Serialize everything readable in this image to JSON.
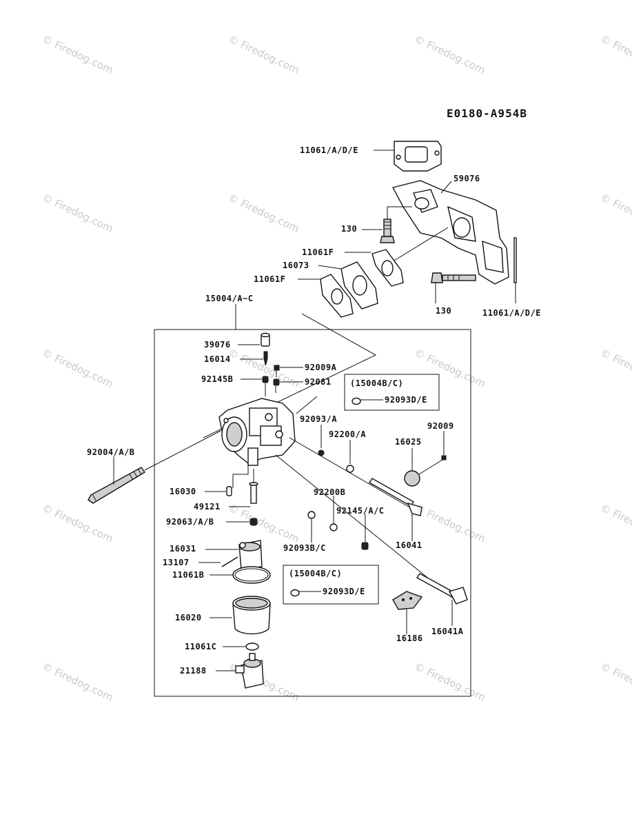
{
  "diagram_id": "E0180-A954B",
  "watermark": "© Firedog.com",
  "part_labels": {
    "gasket_top": "11061/A/D/E",
    "manifold": "59076",
    "bolt_upper": "130",
    "gasket_f_upper": "11061F",
    "spacer": "16073",
    "gasket_f_lower": "11061F",
    "bolt_lower": "130",
    "gasket_side": "11061/A/D/E",
    "carb_assy": "15004/A~C",
    "cap": "39076",
    "needle": "16014",
    "screw_92009a": "92009A",
    "spring_92145b": "92145B",
    "spring_92081": "92081",
    "washer_92093a": "92093/A",
    "seal_92200a": "92200/A",
    "valve_16025": "16025",
    "screw_92009": "92009",
    "pilot_screw": "92004/A/B",
    "float_pin": "16030",
    "jet_49121": "49121",
    "oring_92063": "92063/A/B",
    "seal_92200b": "92200B",
    "spring_92145ac": "92145/A/C",
    "shaft_16041": "16041",
    "washer_92093bc": "92093B/C",
    "float_16031": "16031",
    "pin_13107": "13107",
    "gasket_11061b": "11061B",
    "bowl_16020": "16020",
    "gasket_11061c": "11061C",
    "solenoid_21188": "21188",
    "valve_16186": "16186",
    "shaft_16041a": "16041A"
  },
  "notes": [
    {
      "title": "(15004B/C)",
      "part": "92093D/E"
    },
    {
      "title": "(15004B/C)",
      "part": "92093D/E"
    }
  ]
}
